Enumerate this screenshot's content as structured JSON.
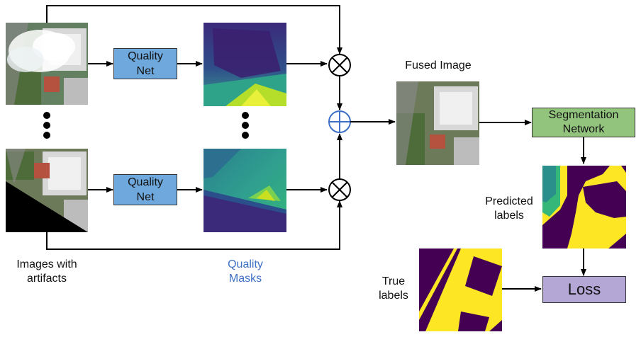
{
  "nodes": {
    "quality_net_1": "Quality\nNet",
    "quality_net_2": "Quality\nNet",
    "fused_image": "Fused Image",
    "segmentation_network": "Segmentation\nNetwork",
    "predicted_labels": "Predicted\nlabels",
    "true_labels": "True\nlabels",
    "loss": "Loss",
    "images_with_artifacts": "Images with\nartifacts",
    "quality_masks": "Quality\nMasks"
  },
  "colors": {
    "quality_net": "#6fa8dc",
    "segmentation_network": "#93c47d",
    "loss": "#b4a7d6",
    "quality_masks_text": "#3d6fc4",
    "sum_symbol": "#3d6fc4",
    "label_yellow": "#fde725",
    "label_purple": "#440154",
    "mask_teal": "#35b779",
    "mask_dark": "#3b2a7a"
  },
  "icons": {
    "multiply": "circled-times-icon",
    "add": "circled-plus-icon"
  }
}
